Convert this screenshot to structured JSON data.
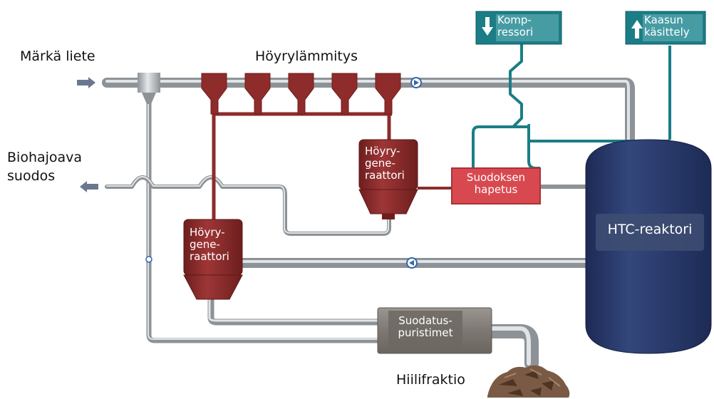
{
  "labels": {
    "wet_sludge": "Märkä liete",
    "steam_heating": "Höyrylämmitys",
    "biodegradable_filtrate_line1": "Biohajoava",
    "biodegradable_filtrate_line2": "suodos",
    "compressor_line1": "Komp-",
    "compressor_line2": "ressori",
    "gas_treatment_line1": "Kaasun",
    "gas_treatment_line2": "käsittely",
    "steam_generator_right_line1": "Höyry-",
    "steam_generator_right_line2": "gene-",
    "steam_generator_right_line3": "raattori",
    "steam_generator_left_line1": "Höyry-",
    "steam_generator_left_line2": "gene-",
    "steam_generator_left_line3": "raattori",
    "filtrate_oxidation_line1": "Suodoksen",
    "filtrate_oxidation_line2": "hapetus",
    "htc_reactor": "HTC-reaktori",
    "filter_press_line1": "Suodatus-",
    "filter_press_line2": "puristimet",
    "char_fraction": "Hiilifraktio"
  },
  "colors": {
    "pipe_grey": "#a8acb0",
    "pipe_highlight": "#dfe2e5",
    "steam_red": "#8e2b2b",
    "steam_red_dark": "#6e1e1e",
    "teal": "#1b7d86",
    "oxidation_red": "#d8494f",
    "reactor_navy": "#2a3a6a",
    "filter_grey": "#8a8580",
    "arrow_blue": "#6b7790"
  },
  "icons": {
    "compressor": "arrow-down-icon",
    "gas_treatment": "arrow-up-icon",
    "flow": "flow-direction-icon"
  }
}
